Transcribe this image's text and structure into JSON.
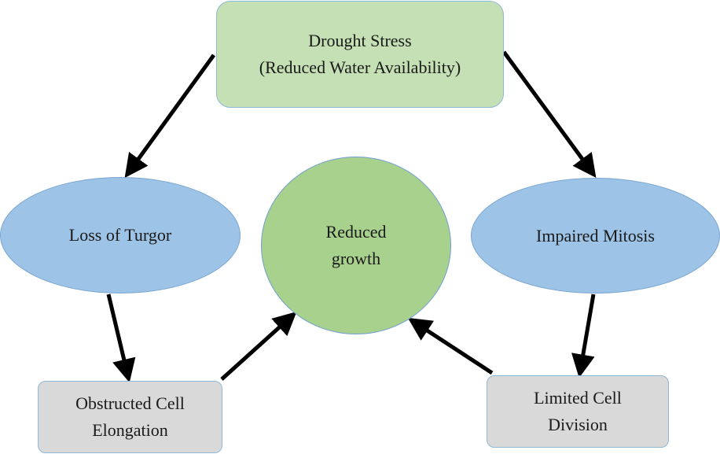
{
  "diagram": {
    "top_node": {
      "line1": "Drought Stress",
      "line2": "(Reduced Water Availability)"
    },
    "left_node": {
      "label": "Loss of Turgor"
    },
    "right_node": {
      "label": "Impaired Mitosis"
    },
    "center_node": {
      "line1": "Reduced",
      "line2": "growth"
    },
    "bottom_left_node": {
      "line1": "Obstructed Cell",
      "line2": "Elongation"
    },
    "bottom_right_node": {
      "line1": "Limited Cell",
      "line2": "Division"
    }
  },
  "colors": {
    "top_fill": "#c5e0b4",
    "ellipse_fill": "#9dc3e6",
    "center_fill": "#a9d18e",
    "bottom_fill": "#d9d9d9",
    "arrow": "#000000"
  }
}
